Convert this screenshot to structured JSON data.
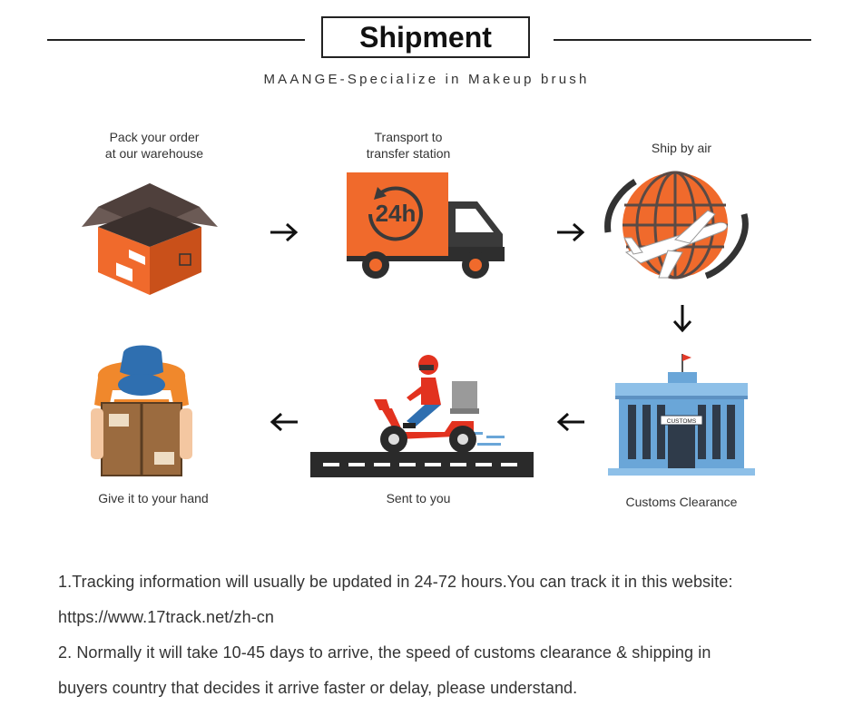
{
  "header": {
    "title": "Shipment",
    "subtitle": "MAANGE-Specialize in Makeup brush"
  },
  "steps": [
    {
      "label_line1": "Pack your order",
      "label_line2": "at our warehouse",
      "icon": "cardboard-box-icon"
    },
    {
      "label_line1": "Transport to",
      "label_line2": "transfer station",
      "icon": "delivery-truck-icon",
      "badge": "24h"
    },
    {
      "label": "Ship by air",
      "icon": "globe-airplane-icon"
    },
    {
      "label": "Customs Clearance",
      "icon": "customs-building-icon",
      "sign": "CUSTOMS"
    },
    {
      "label": "Sent to you",
      "icon": "scooter-courier-icon"
    },
    {
      "label": "Give it to your hand",
      "icon": "courier-holding-package-icon"
    }
  ],
  "notes": {
    "line1": "1.Tracking information will usually be updated in 24-72 hours.You can track it in this website:",
    "line2": "https://www.17track.net/zh-cn",
    "line3": "2. Normally it will take 10-45 days to arrive, the speed of customs clearance & shipping in",
    "line4": "buyers country that decides it arrive faster or delay, please understand."
  },
  "colors": {
    "accent": "#f06a2c",
    "accent_dark": "#c9501a",
    "text": "#333333",
    "customs_blue": "#6aa6d8",
    "helmet_blue": "#2f6fb0"
  }
}
